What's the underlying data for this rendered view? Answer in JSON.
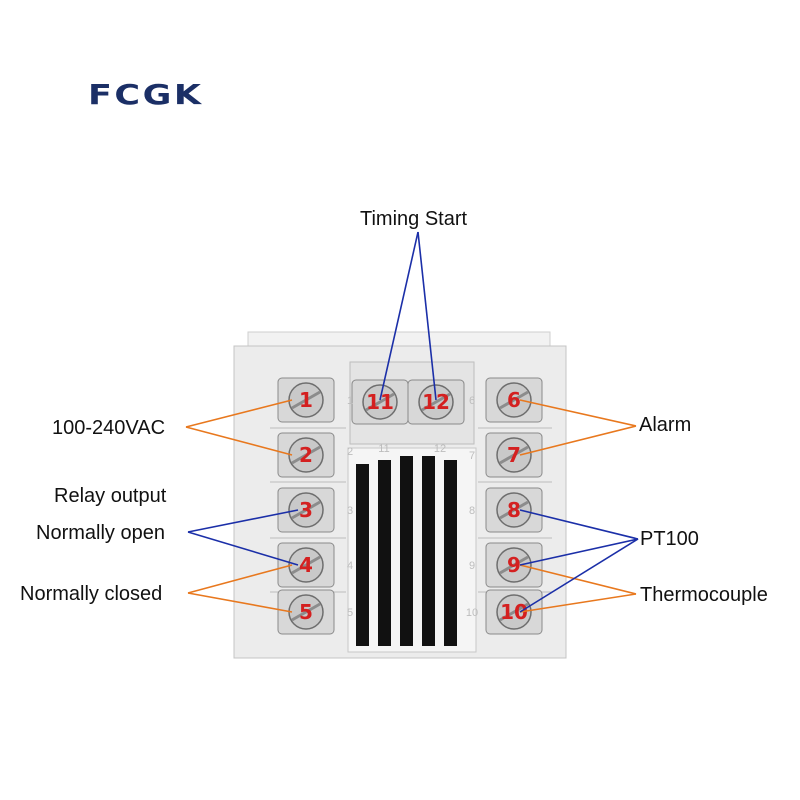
{
  "brand": {
    "logo_text": "FCGK"
  },
  "labels": {
    "timing_start": "Timing Start",
    "power": "100-240VAC",
    "relay_output": "Relay output",
    "normally_open": "Normally open",
    "normally_closed": "Normally closed",
    "alarm": "Alarm",
    "pt100": "PT100",
    "thermocouple": "Thermocouple"
  },
  "terminals": {
    "left": [
      "1",
      "2",
      "3",
      "4",
      "5"
    ],
    "right": [
      "6",
      "7",
      "8",
      "9",
      "10"
    ],
    "top": [
      "11",
      "12"
    ]
  },
  "housing_marks": {
    "left": [
      "1",
      "2",
      "3",
      "4",
      "5"
    ],
    "right": [
      "6",
      "7",
      "8",
      "9",
      "10"
    ],
    "top": [
      "11",
      "12"
    ]
  },
  "colors": {
    "orange_line": "#e8781e",
    "blue_line": "#1b2fa8",
    "terminal_number": "#d42020",
    "housing": "#ececec"
  }
}
